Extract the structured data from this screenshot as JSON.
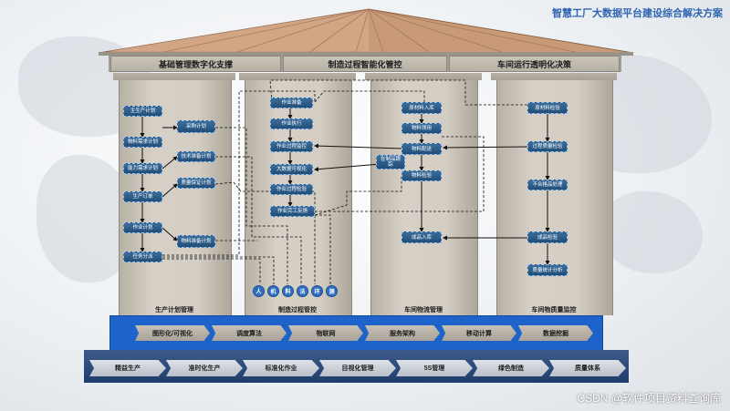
{
  "title": "智慧工厂大数据平台建设综合解决方案",
  "watermark": "CSDN @软件项目资料查询库",
  "beams": [
    "基础管理数字化支撑",
    "制造过程智能化管控",
    "车间运行透明化决策"
  ],
  "columns": [
    "生产计划管理",
    "制造过程管控",
    "车间物流管理",
    "车间物质量监控"
  ],
  "col1": {
    "main": [
      "主生产计划",
      "物料需求计划",
      "能力需求计划",
      "生产订单",
      "作业计划",
      "任务分派"
    ],
    "side": [
      "采购计划",
      "技术准备计划",
      "质量保证计划",
      "物料准备计划"
    ]
  },
  "col2": {
    "main": [
      "作业准备",
      "作业执行",
      "作业过程监控",
      "大数据可视化",
      "作业过程检验",
      "作业完工反馈"
    ],
    "circles": [
      "人",
      "机",
      "料",
      "法",
      "环",
      "测"
    ]
  },
  "col3": {
    "main": [
      "原材料入库",
      "物料领用",
      "物料配送",
      "物料检验",
      "成品入库"
    ],
    "side": [
      "在制品跟踪"
    ]
  },
  "col4": {
    "main": [
      "原材料检验",
      "过程质量检验",
      "不合格品处理",
      "成品检验",
      "质量统计分析"
    ]
  },
  "technologies": [
    "图形化/可视化",
    "调度算法",
    "物联网",
    "服务架构",
    "移动计算",
    "数据挖掘"
  ],
  "management": [
    "精益生产",
    "准时化生产",
    "标准化作业",
    "目视化管理",
    "5S管理",
    "绿色制造",
    "质量体系"
  ],
  "colors": {
    "accent": "#1d63c9",
    "node": "#2b5a86",
    "title": "#2f64b0"
  }
}
